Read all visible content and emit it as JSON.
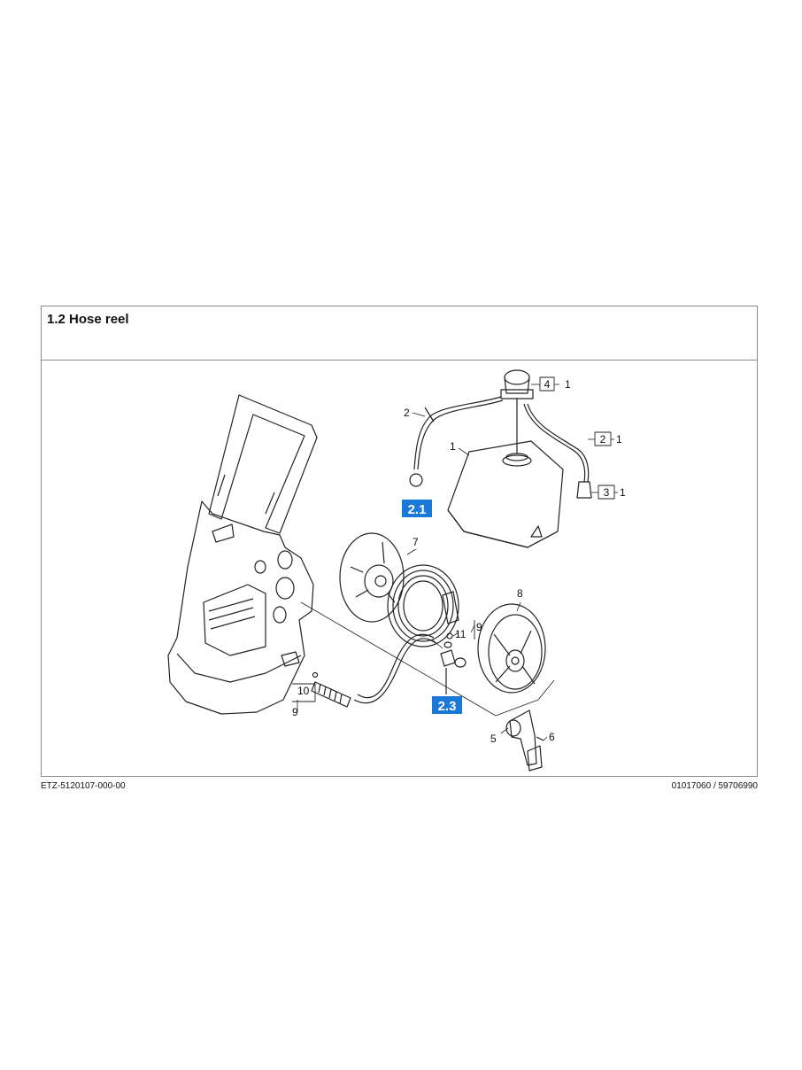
{
  "section": {
    "title": "1.2 Hose reel"
  },
  "footer": {
    "left": "ETZ-5120107-000-00",
    "right": "01017060 / 59706990"
  },
  "references": {
    "ref_a": "2.1",
    "ref_b": "2.3"
  },
  "callouts": {
    "tank_cap_box": "4",
    "tank_cap_qty": "1",
    "hose_left": "2",
    "hose_right_box": "2",
    "hose_right_qty": "1",
    "tank": "1",
    "filter_box": "3",
    "filter_qty": "1",
    "drum_left": "7",
    "drum_right": "8",
    "nozzle_a": "10",
    "nozzle_b": "9",
    "oring": "11",
    "oring_b": "9",
    "crank": "5",
    "screw": "6"
  },
  "colors": {
    "ref_badge": "#1a78d6",
    "line": "#222222"
  }
}
